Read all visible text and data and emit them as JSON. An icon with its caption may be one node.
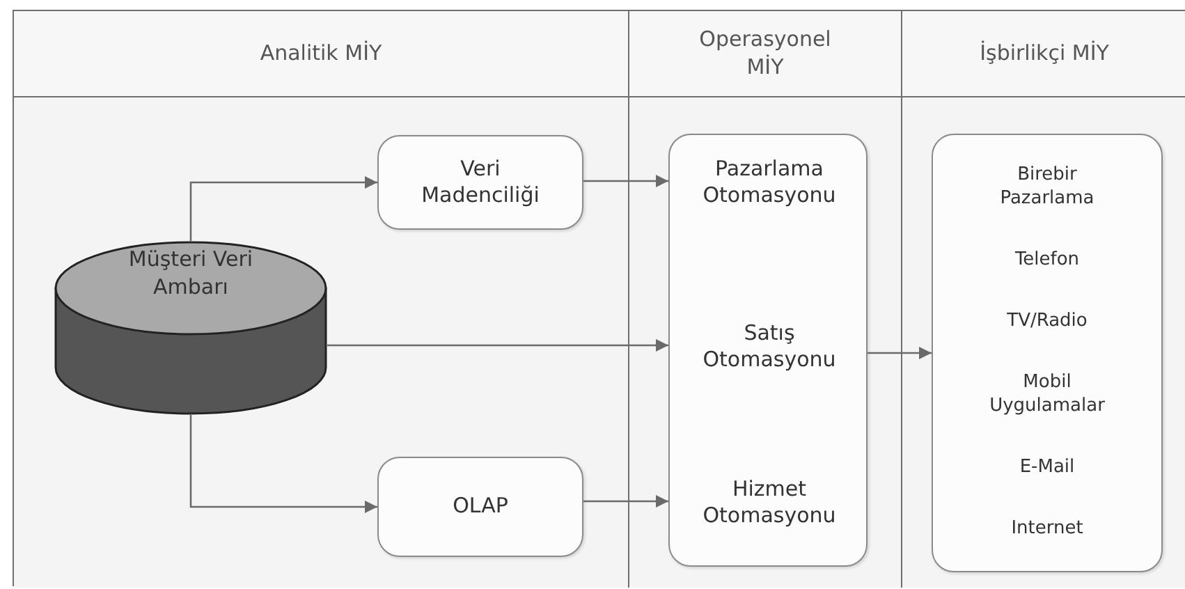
{
  "diagram": {
    "nodes": [
      {
        "text": [
          "Analitik MİY"
        ]
      },
      {
        "text": [
          "Müşteri Veri Ambarı"
        ],
        "in": 0
      },
      {
        "text": [
          "Veri Madenciliği"
        ],
        "in": 0
      },
      {
        "text": [
          "OLAP"
        ],
        "in": 0
      },
      {
        "text": [
          "Operasyonel MİY"
        ]
      },
      {
        "text": [],
        "shape": "box",
        "in": 4
      },
      {
        "text": [
          "Pazarlama Otomasyonu"
        ],
        "in": 5
      },
      {
        "text": [
          "Satış Otomasyonu"
        ],
        "in": 5
      },
      {
        "text": [
          "Hizmet Otomasyonu"
        ],
        "in": 5
      },
      {
        "text": [
          "İşbirlikçi MİY"
        ]
      },
      {
        "text": [
          "Birebir Pazarlama",
          "Telefon",
          "TV/Radio",
          "Mobil Uygulamalar",
          "E-Mail",
          "Internet"
        ],
        "in": 9
      }
    ],
    "edges": [
      {
        "from": 1,
        "to": 2,
        "arrow": "to"
      },
      {
        "from": 1,
        "to": 7,
        "arrow": "to"
      },
      {
        "from": 1,
        "to": 3,
        "arrow": "to"
      },
      {
        "from": 2,
        "to": 6,
        "arrow": "to"
      },
      {
        "from": 3,
        "to": 8,
        "arrow": "to"
      },
      {
        "from": 5,
        "to": 10,
        "arrow": "to"
      }
    ]
  }
}
